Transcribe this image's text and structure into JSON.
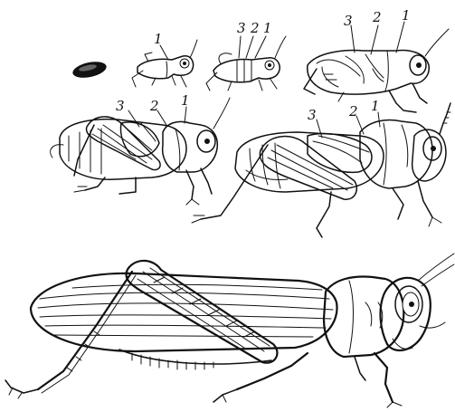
{
  "diagram": {
    "subject": "grasshopper development stages (egg, five nymph instars, adult)",
    "stages": [
      {
        "id": "egg",
        "labels": []
      },
      {
        "id": "nymph-1",
        "labels": [
          "1"
        ]
      },
      {
        "id": "nymph-2",
        "labels": [
          "3",
          "2",
          "1"
        ]
      },
      {
        "id": "nymph-3",
        "labels": [
          "3",
          "2",
          "1"
        ]
      },
      {
        "id": "nymph-4",
        "labels": [
          "3",
          "2",
          "1"
        ]
      },
      {
        "id": "nymph-5",
        "labels": [
          "3",
          "2",
          "1"
        ]
      },
      {
        "id": "adult",
        "labels": []
      }
    ]
  }
}
